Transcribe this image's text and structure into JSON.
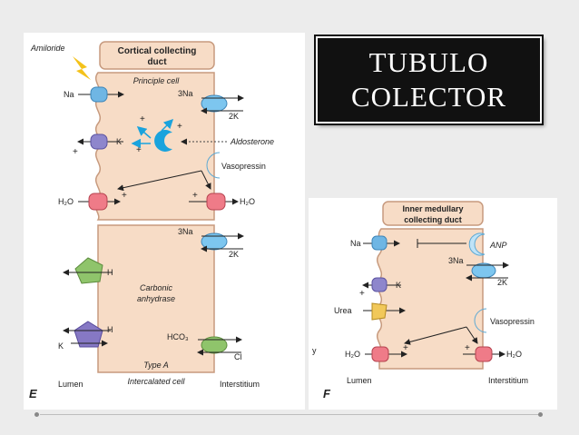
{
  "slide": {
    "title_line1": "TUBULO",
    "title_line2": "COLECTOR"
  },
  "panel_e": {
    "letter": "E",
    "header_line1": "Cortical collecting",
    "header_line2": "duct",
    "principal_cell": "Principle cell",
    "amiloride": "Amiloride",
    "na": "Na",
    "three_na_top": "3Na",
    "two_k_top": "2K",
    "k": "K",
    "aldosterone": "Aldosterone",
    "vasopressin": "Vasopressin",
    "h2o_left": "H₂O",
    "h2o_right": "H₂O",
    "three_na_mid": "3Na",
    "two_k_mid": "2K",
    "h_upper": "H",
    "carbonic_line1": "Carbonic",
    "carbonic_line2": "anhydrase",
    "h_lower": "H",
    "k_lower": "K",
    "hco3": "HCO₃",
    "cl": "Cl",
    "type_a_line1": "Type A",
    "type_a_line2": "Intercalated cell",
    "lumen": "Lumen",
    "interstitium": "Interstitium",
    "plus": "+"
  },
  "panel_f": {
    "letter": "F",
    "header_line1": "Inner medullary",
    "header_line2": "collecting duct",
    "na": "Na",
    "anp": "ANP",
    "three_na": "3Na",
    "two_k": "2K",
    "k": "K",
    "urea": "Urea",
    "vasopressin": "Vasopressin",
    "h2o_left": "H₂O",
    "h2o_right": "H₂O",
    "lumen": "Lumen",
    "interstitium": "Interstitium",
    "plus": "+",
    "stray_y": "y"
  },
  "colors": {
    "cell": "#f7dcc6",
    "cell_edge": "#c79a7e",
    "na_channel": "#6fb6e4",
    "pump": "#7dc6ef",
    "k_channel": "#8e86cc",
    "water_channel": "#ef7b88",
    "green": "#8fc46b",
    "purple_pent": "#8678c4",
    "urea": "#f1c85a",
    "receptor": "#bfe3f7",
    "aldosterone_receptor": "#1aa3dd",
    "lightning": "#f4c21a"
  }
}
